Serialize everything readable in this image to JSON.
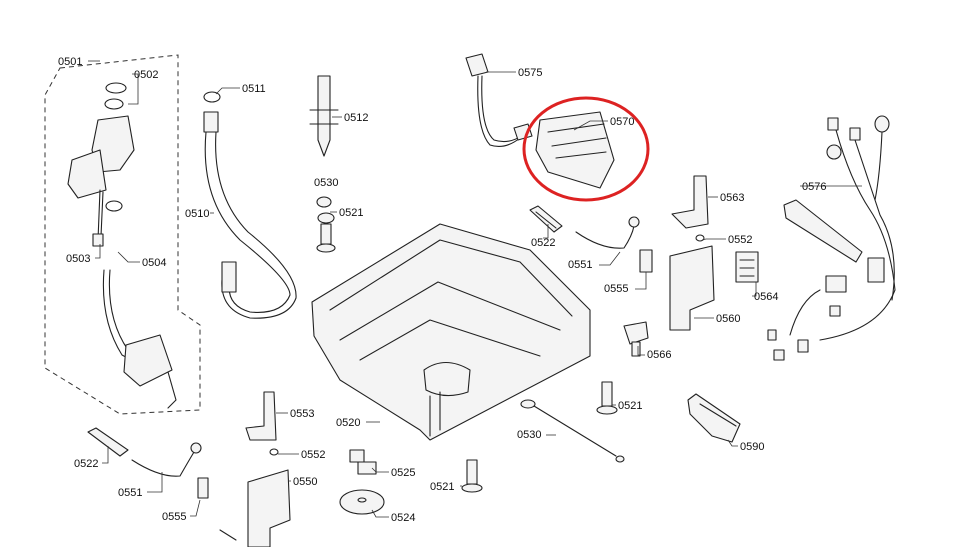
{
  "highlight_color": "#dd2222",
  "labels": [
    {
      "id": "l0501",
      "text": "0501"
    },
    {
      "id": "l0502",
      "text": "0502"
    },
    {
      "id": "l0503",
      "text": "0503"
    },
    {
      "id": "l0504",
      "text": "0504"
    },
    {
      "id": "l0511",
      "text": "0511"
    },
    {
      "id": "l0510",
      "text": "0510"
    },
    {
      "id": "l0512",
      "text": "0512"
    },
    {
      "id": "l0530a",
      "text": "0530"
    },
    {
      "id": "l0521a",
      "text": "0521"
    },
    {
      "id": "l0575",
      "text": "0575"
    },
    {
      "id": "l0570",
      "text": "0570"
    },
    {
      "id": "l0576",
      "text": "0576"
    },
    {
      "id": "l0563",
      "text": "0563"
    },
    {
      "id": "l0522a",
      "text": "0522"
    },
    {
      "id": "l0552a",
      "text": "0552"
    },
    {
      "id": "l0551a",
      "text": "0551"
    },
    {
      "id": "l0564",
      "text": "0564"
    },
    {
      "id": "l0555a",
      "text": "0555"
    },
    {
      "id": "l0560",
      "text": "0560"
    },
    {
      "id": "l0566",
      "text": "0566"
    },
    {
      "id": "l0521b",
      "text": "0521"
    },
    {
      "id": "l0553",
      "text": "0553"
    },
    {
      "id": "l0520",
      "text": "0520"
    },
    {
      "id": "l0530b",
      "text": "0530"
    },
    {
      "id": "l0590",
      "text": "0590"
    },
    {
      "id": "l0522b",
      "text": "0522"
    },
    {
      "id": "l0552b",
      "text": "0552"
    },
    {
      "id": "l0525",
      "text": "0525"
    },
    {
      "id": "l0551b",
      "text": "0551"
    },
    {
      "id": "l0550",
      "text": "0550"
    },
    {
      "id": "l0521c",
      "text": "0521"
    },
    {
      "id": "l0555b",
      "text": "0555"
    },
    {
      "id": "l0524",
      "text": "0524"
    }
  ]
}
